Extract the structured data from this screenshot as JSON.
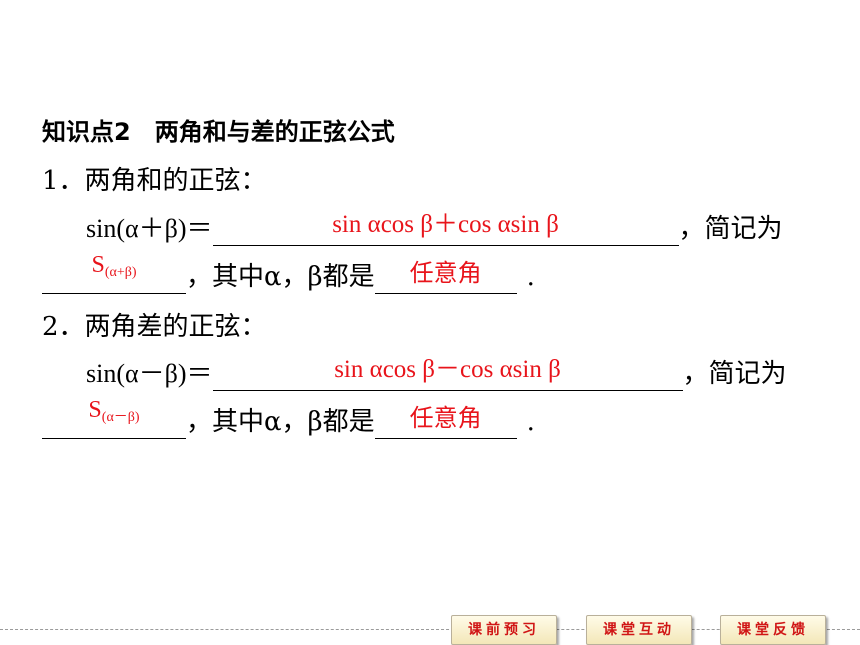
{
  "heading": {
    "point": "知识点2",
    "title": "两角和与差的正弦公式"
  },
  "section1": {
    "label": "1．两角和的正弦：",
    "formula_left": "sin(α＋β)＝",
    "answer_formula": "sin αcos β＋cos αsin β",
    "short_name_text": "，简记为",
    "answer_symbol_main": "S",
    "answer_symbol_sub": "(α+β)",
    "where_text": "，其中α，β都是",
    "answer_any": "任意角",
    "end": "."
  },
  "section2": {
    "label": "2．两角差的正弦：",
    "formula_left": "sin(α－β)＝",
    "answer_formula": "sin αcos β－cos αsin β",
    "short_name_text": "，简记为",
    "answer_symbol_main": "S",
    "answer_symbol_sub": "(α－β)",
    "where_text": "，其中α，β都是",
    "answer_any": "任意角",
    "end": "."
  },
  "nav": {
    "preview": "课前预习",
    "interaction": "课堂互动",
    "feedback": "课堂反馈"
  },
  "colors": {
    "answer": "#e8141b",
    "nav_text": "#d01515"
  }
}
